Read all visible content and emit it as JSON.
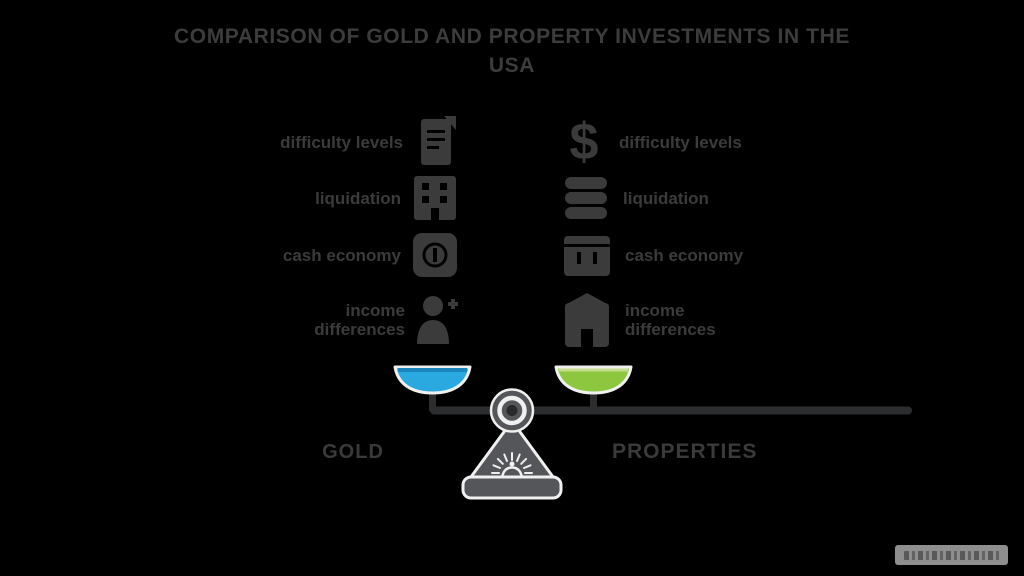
{
  "title": {
    "line1": "COMPARISON OF GOLD AND PROPERTY INVESTMENTS IN THE",
    "line2": "USA"
  },
  "comparison": {
    "left": {
      "name": "GOLD",
      "accent_color": "#2aa9e0",
      "items": [
        {
          "label": "difficulty levels",
          "icon": "document-icon"
        },
        {
          "label": "liquidation",
          "icon": "building-icon"
        },
        {
          "label": "cash economy",
          "icon": "coin-icon"
        },
        {
          "label": "income\ndifferences",
          "icon": "person-plus-icon"
        }
      ]
    },
    "right": {
      "name": "PROPERTIES",
      "accent_color": "#8dc63f",
      "items": [
        {
          "label": "difficulty levels",
          "icon": "dollar-icon",
          "glyph": "$"
        },
        {
          "label": "liquidation",
          "icon": "coins-icon"
        },
        {
          "label": "cash economy",
          "icon": "box-icon"
        },
        {
          "label": "income\ndifferences",
          "icon": "bank-icon"
        }
      ]
    }
  },
  "scale": {
    "type": "balance-scale",
    "body_color": "#54565a",
    "beam_color": "#2c2d2e",
    "outline_color": "#f0f0f0"
  },
  "watermark": {
    "text": ""
  }
}
